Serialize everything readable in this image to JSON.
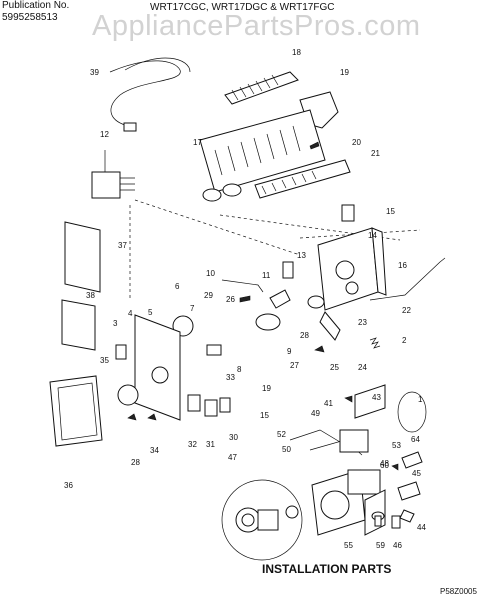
{
  "header": {
    "publication_label": "Publication No.",
    "publication_number": "5995258513",
    "models": "WRT17CGC, WRT17DGC & WRT17FGC",
    "watermark": "AppliancePartsPros.com"
  },
  "diagram": {
    "part_labels": [
      "39",
      "18",
      "19",
      "12",
      "17",
      "20",
      "21",
      "15",
      "37",
      "14",
      "13",
      "16",
      "10",
      "11",
      "6",
      "26",
      "7",
      "38",
      "3",
      "4",
      "5",
      "29",
      "28",
      "23",
      "22",
      "2",
      "9",
      "27",
      "8",
      "33",
      "25",
      "24",
      "35",
      "19",
      "43",
      "1",
      "41",
      "49",
      "15",
      "52",
      "50",
      "32",
      "31",
      "30",
      "64",
      "28",
      "34",
      "60",
      "36",
      "47",
      "48",
      "53",
      "45",
      "44",
      "55",
      "59",
      "46"
    ],
    "section_title": "INSTALLATION PARTS",
    "page_code": "P58Z0005"
  }
}
